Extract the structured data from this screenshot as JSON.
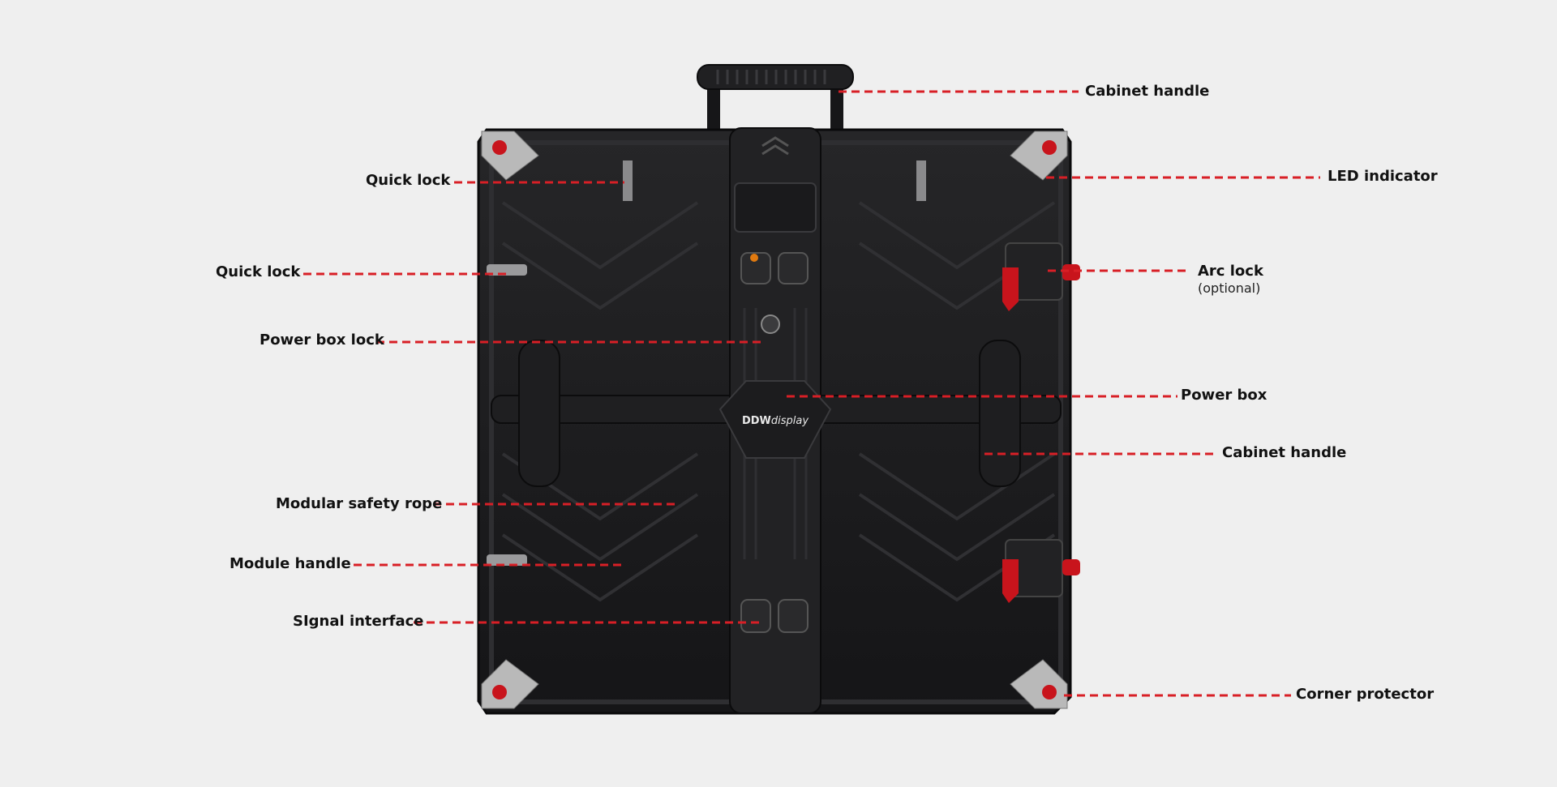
{
  "callouts": {
    "cabinet_handle_top": "Cabinet handle",
    "led_indicator": "LED indicator",
    "quick_lock_top": "Quick lock",
    "quick_lock_side": "Quick lock",
    "arc_lock": "Arc lock",
    "arc_lock_note": "(optional)",
    "power_box_lock": "Power box lock",
    "power_box": "Power box",
    "cabinet_handle_side": "Cabinet handle",
    "modular_safety_rope": "Modular safety rope",
    "module_handle": "Module handle",
    "signal_interface": "SIgnal interface",
    "corner_protector": "Corner protector"
  },
  "product": {
    "brand_bold": "DDW",
    "brand_script": "display"
  },
  "colors": {
    "background": "#efefef",
    "leader_line": "#d81f26",
    "cabinet": "#1b1b1d",
    "accent_red": "#c8141c",
    "bracket_silver": "#b9b9b9"
  }
}
